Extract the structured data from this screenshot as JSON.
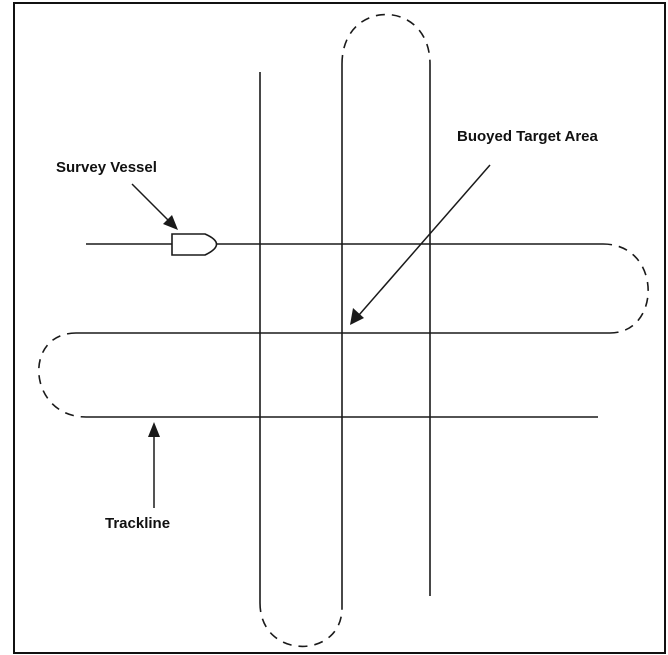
{
  "labels": {
    "survey_vessel": "Survey Vessel",
    "buoyed_target_area": "Buoyed Target Area",
    "trackline": "Trackline"
  }
}
